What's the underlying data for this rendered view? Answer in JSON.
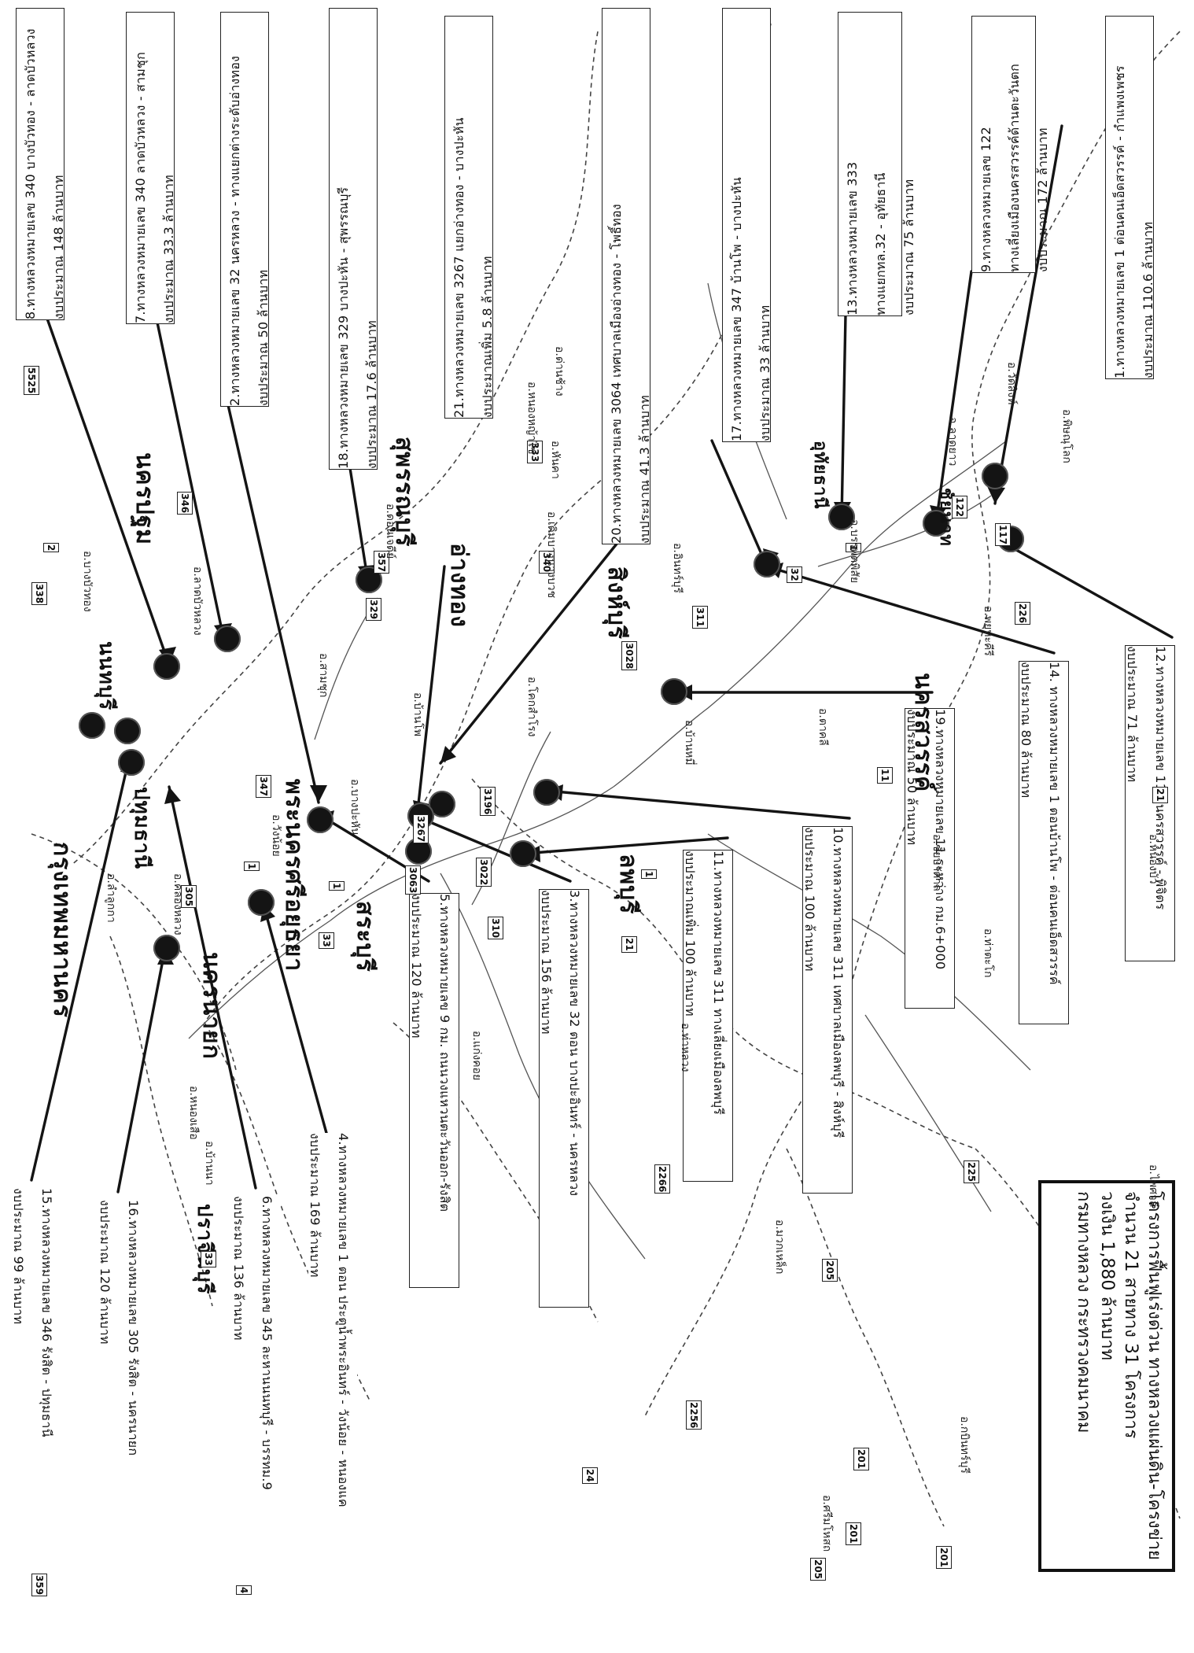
{
  "title_box": {
    "lines": [
      "โครงการฟื้นฟูเร่งด่วน ทางหลวงแผ่นดิน-โครงข่าย",
      "จำนวน 21 สายทาง 31 โครงการ",
      "วงเงิน 1,880 ล้านบาท",
      "กรมทางหลวง กระทรวงคมนาคม"
    ]
  },
  "projects": [
    {
      "id": "p1",
      "line1": "1.ทางหลวงหมายเลข 1 ต่อนคนเอ็ดสวรรค์ - กำแพงเพชร",
      "line2": "งบประมาณ 110.6 ล้านบาท"
    },
    {
      "id": "p9",
      "line1": "9.ทางหลวงหมายเลข 122",
      "line2": "ทางเลี่ยงเมืองนครสวรรค์ด้านตะวันตก",
      "line3": "งบประมาณ 172 ล้านบาท"
    },
    {
      "id": "p13",
      "line1": "13.ทางหลวงหมายเลข 333",
      "line2": "ทางแยกทล.32 - อุทัยธานี",
      "line3": "งบประมาณ 75 ล้านบาท"
    },
    {
      "id": "p17",
      "line1": "17.ทางหลวงหมายเลข 347 บ้านโพ - บางปะหัน",
      "line2": "งบประมาณ 33 ล้านบาท"
    },
    {
      "id": "p20",
      "line1": "20.ทางหลวงหมายเลข 3064 เทศบาลเมืองอ่างทอง - โพธิ์ทอง",
      "line2": "งบประมาณ 41.3 ล้านบาท"
    },
    {
      "id": "p21",
      "line1": "21.ทางหลวงหมายเลข 3267 แยกอ่างทอง - บางปะหัน",
      "line2": "งบประมาณเพิ่ม 5.8 ล้านบาท"
    },
    {
      "id": "p18",
      "line1": "18.ทางหลวงหมายเลข 329 บางปะหัน - สุพรรณบุรี",
      "line2": "งบประมาณ 17.6 ล้านบาท"
    },
    {
      "id": "p2",
      "line1": "2.ทางหลวงหมายเลข 32 นครหลวง - ทางแยกต่างระดับอ่างทอง",
      "line2": "งบประมาณ 50 ล้านบาท"
    },
    {
      "id": "p7",
      "line1": "7.ทางหลวงหมายเลข 340 ลาดบัวหลวง - สามชุก",
      "line2": "งบประมาณ 33.3 ล้านบาท"
    },
    {
      "id": "p8",
      "line1": "8.ทางหลวงหมายเลข 340 บางบัวทอง - ลาดบัวหลวง",
      "line2": "งบประมาณ 148 ล้านบาท"
    },
    {
      "id": "p12",
      "line1": "12.ทางหลวงหมายเลข 117 นครสวรรค์ - พิจิตร",
      "line2": "งบประมาณ 71 ล้านบาท"
    },
    {
      "id": "p14",
      "line1": "14. ทางหลวงหมายเลข 1 ตอนบ้านโพ - ต่อนคนเอ็ดสวรรค์",
      "line2": "งบประมาณ 80 ล้านบาท"
    },
    {
      "id": "p19",
      "line1": "19.ทางหลวงหมายเลข 11 ระหว่าง กม.6+000",
      "line2": "งบประมาณ 50 ล้านบาท"
    },
    {
      "id": "p10",
      "line1": "10.ทางหลวงหมายเลข 311 เทศบาลเมืองลพบุรี - สิงห์บุรี",
      "line2": "งบประมาณ 100 ล้านบาท"
    },
    {
      "id": "p11",
      "line1": "11.ทางหลวงหมายเลข 311 ทางเลี่ยงเมืองลพบุรี",
      "line2": "งบประมาณเพิ่ม 100 ล้านบาท"
    },
    {
      "id": "p3",
      "line1": "3.ทางหลวงหมายเลข 32 ตอน บางปะอินทร์ - นครหลวง",
      "line2": "งบประมาณ 156 ล้านบาท"
    },
    {
      "id": "p5",
      "line1": "5.ทางหลวงหมายเลข 9 กม. ถนนวงแหวนตะวันออก-รังสิต",
      "line2": "งบประมาณ 120 ล้านบาท"
    },
    {
      "id": "p4",
      "line1": "4.ทางหลวงหมายเลข 1 ตอน ประตูน้ำพระอินทร์ - วังน้อย - หนองแค",
      "line2": "งบประมาณ 169 ล้านบาท"
    },
    {
      "id": "p6",
      "line1": "6.ทางหลวงหมายเลข 345 ละหานนนทบุรี - บรรทม.9",
      "line2": "งบประมาณ 136 ล้านบาท"
    },
    {
      "id": "p16",
      "line1": "16.ทางหลวงหมายเลข 305 รังสิต - นครนายก",
      "line2": "งบประมาณ 120 ล้านบาท"
    },
    {
      "id": "p15",
      "line1": "15.ทางหลวงหมายเลข 346 รังสิต - ปทุมธานี",
      "line2": "งบประมาณ 99 ล้านบาท"
    }
  ],
  "provinces": [
    "นครสวรรค์",
    "อุทัยธานี",
    "ชัยนาท",
    "สิงห์บุรี",
    "ลพบุรี",
    "อ่างทอง",
    "สุพรรณบุรี",
    "พระนครศรีอยุธยา",
    "สระบุรี",
    "นครนายก",
    "ปราจีนบุรี",
    "นครปฐม",
    "นนทบุรี",
    "ปทุมธานี",
    "กรุงเทพมหานคร"
  ],
  "highway_labels": [
    "21",
    "225",
    "11",
    "1",
    "117",
    "122",
    "226",
    "32",
    "311",
    "3028",
    "340",
    "333",
    "3196",
    "357",
    "329",
    "346",
    "1",
    "2",
    "338",
    "5525",
    "347",
    "3022",
    "310",
    "21",
    "2266",
    "2256",
    "205",
    "201",
    "24",
    "33",
    "4",
    "359",
    "201",
    "205",
    "201",
    "1",
    "3267",
    "3063",
    "305",
    "1",
    "33",
    "1"
  ],
  "place_labels": [
    "อ.หนองบัว",
    "อ.พยุหะคีรี",
    "อ.ตาคลี",
    "อ.ชัยบาดาล",
    "อ.บ้านหมี่",
    "อ.ท่าหลวง",
    "อ.บ้านโพ",
    "อ.บางปะหัน",
    "อ.สามชุก",
    "อ.ลาดบัวหลวง",
    "อ.บางบัวทอง",
    "อ.คลองหลวง",
    "อ.ลำลูกกา",
    "อ.หนองเสือ",
    "อ.วังน้อย",
    "อ.บ้านนา",
    "อ.แก่งคอย",
    "อ.มวกเหล็ก",
    "อ.หันคา",
    "อ.ดอนเจดีย์",
    "อ.อินทร์บุรี",
    "อ.โคกสำโรง",
    "อ.ศรีมโหสถ",
    "อ.กบินทร์บุรี",
    "อ.ด่านช้าง",
    "อ.หนองหญ้าไซ",
    "อ.เดิมบางนางบวช",
    "อ.วัดสิงห์",
    "อ.ลาดยาว",
    "อ.พิษณุโลก",
    "อ.บรรพตพิสัย",
    "อ.ท่าตะโก",
    "อ.ไพศาลี"
  ],
  "colors": {
    "ink": "#141414",
    "paper": "#ffffff",
    "road_dash": "#555555"
  }
}
